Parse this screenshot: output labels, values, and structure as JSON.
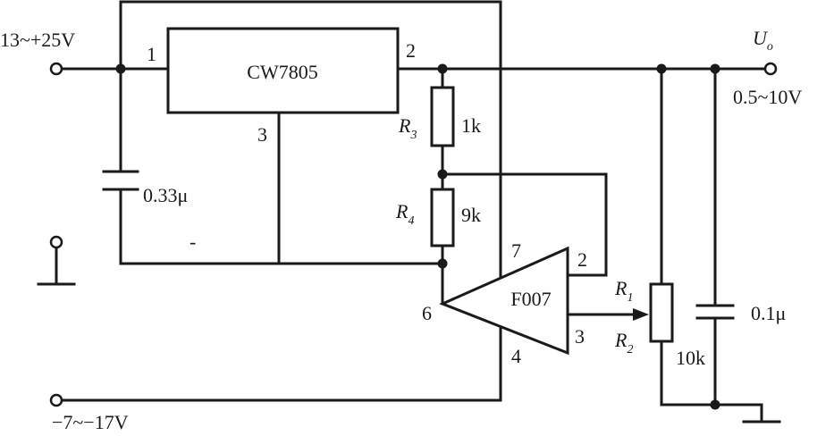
{
  "input_voltage": "13~+25V",
  "regulator": {
    "name": "CW7805",
    "pin1": "1",
    "pin2": "2",
    "pin3": "3"
  },
  "input_capacitor": "0.33μ",
  "resistors": {
    "r3": {
      "symbol": "R",
      "sub": "3",
      "value": "1k"
    },
    "r4": {
      "symbol": "R",
      "sub": "4",
      "value": "9k"
    },
    "r1": {
      "symbol": "R",
      "sub": "1"
    },
    "r2": {
      "symbol": "R",
      "sub": "2"
    },
    "pot_value": "10k"
  },
  "opamp": {
    "name": "F007",
    "pin2": "2",
    "pin3": "3",
    "pin4": "4",
    "pin6": "6",
    "pin7": "7"
  },
  "output": {
    "symbol": "U",
    "sub": "o",
    "range": "0.5~10V"
  },
  "output_capacitor": "0.1μ",
  "negative_supply": "−7~−17V",
  "stray_mark": "-"
}
